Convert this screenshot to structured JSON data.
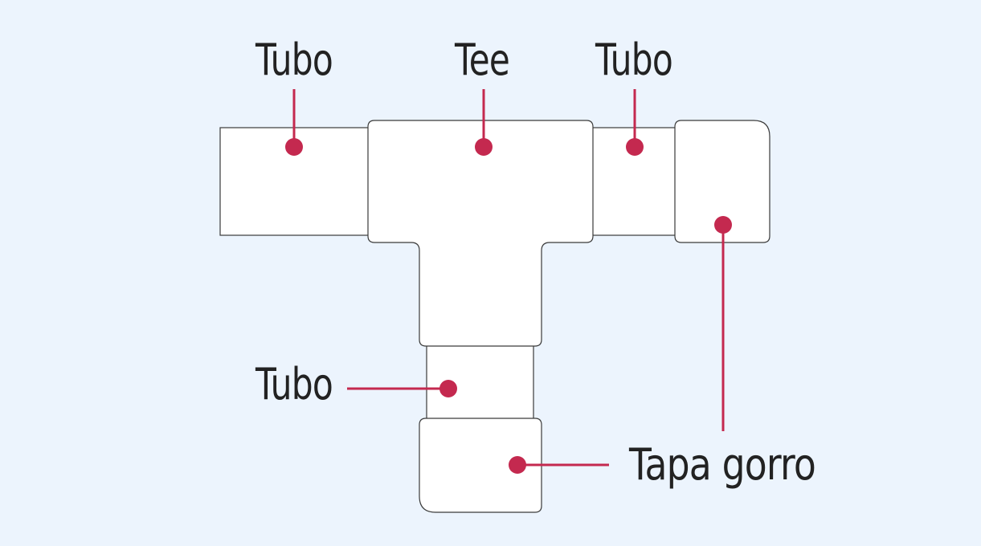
{
  "diagram": {
    "labels": {
      "tubo_left": "Tubo",
      "tee": "Tee",
      "tubo_right": "Tubo",
      "tubo_bottom": "Tubo",
      "tapa_gorro": "Tapa gorro"
    },
    "colors": {
      "background": "#ecf4fd",
      "part_fill": "#ffffff",
      "part_stroke": "#3a3a3a",
      "marker": "#c4294f",
      "text": "#222222"
    }
  }
}
